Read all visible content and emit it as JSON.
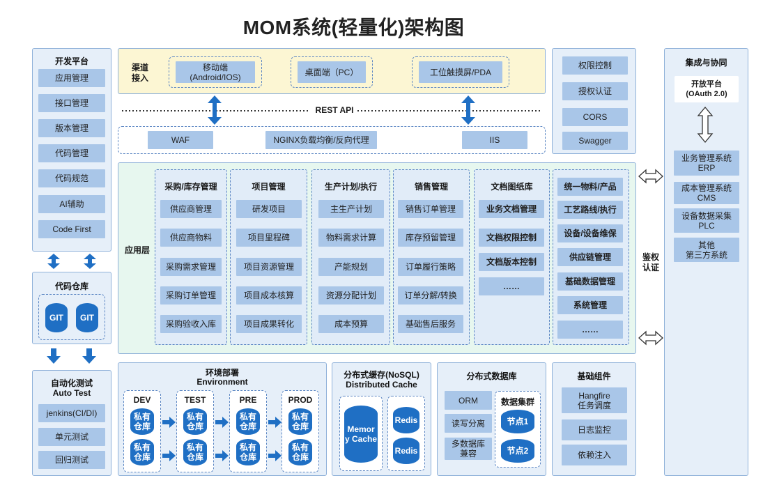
{
  "title": "MOM系统(轻量化)架构图",
  "dev_platform": {
    "title": "开发平台",
    "items": [
      "应用管理",
      "接口管理",
      "版本管理",
      "代码管理",
      "代码规范",
      "AI辅助",
      "Code First"
    ]
  },
  "code_repo": {
    "title": "代码仓库",
    "items": [
      "GIT",
      "GIT"
    ]
  },
  "auto_test": {
    "title_cn": "自动化测试",
    "title_en": "Auto Test",
    "items": [
      "jenkins(CI/DI)",
      "单元测试",
      "回归测试"
    ]
  },
  "channel": {
    "label": "渠道\n接入",
    "label_line1": "渠道",
    "label_line2": "接入",
    "mobile": "移动端\n(Android/IOS)",
    "mobile_line1": "移动端",
    "mobile_line2": "(Android/IOS)",
    "desktop": "桌面端（PC）",
    "touch": "工位触摸屏/PDA"
  },
  "rest_api": "REST API",
  "gateway": {
    "waf": "WAF",
    "nginx": "NGINX负载均衡/反向代理",
    "iis": "IIS"
  },
  "security": {
    "items": [
      "权限控制",
      "授权认证",
      "CORS",
      "Swagger"
    ]
  },
  "app_layer": {
    "label": "应用层",
    "columns": [
      {
        "title": "采购/库存管理",
        "items": [
          "供应商管理",
          "供应商物料",
          "采购需求管理",
          "采购订单管理",
          "采购验收入库"
        ]
      },
      {
        "title": "项目管理",
        "items": [
          "研发项目",
          "项目里程碑",
          "项目资源管理",
          "项目成本核算",
          "项目成果转化"
        ]
      },
      {
        "title": "生产计划/执行",
        "items": [
          "主生产计划",
          "物料需求计算",
          "产能规划",
          "资源分配计划",
          "成本预算"
        ]
      },
      {
        "title": "销售管理",
        "items": [
          "销售订单管理",
          "库存预留管理",
          "订单履行策略",
          "订单分解/转换",
          "基础售后服务"
        ]
      },
      {
        "title": "文档图纸库",
        "items": [
          "业务文档管理",
          "文档权限控制",
          "文档版本控制",
          "……"
        ]
      },
      {
        "title": "",
        "items": [
          "统一物料/产品",
          "工艺路线/执行",
          "设备/设备维保",
          "供应链管理",
          "基础数据管理",
          "系统管理",
          "……"
        ]
      }
    ]
  },
  "auth_label": "鉴权\n认证",
  "auth_line1": "鉴权",
  "auth_line2": "认证",
  "integration": {
    "title": "集成与协同",
    "open_platform": "开放平台\n(OAuth 2.0)",
    "open_line1": "开放平台",
    "open_line2": "(OAuth 2.0)",
    "systems": [
      {
        "line1": "业务管理系统",
        "line2": "ERP"
      },
      {
        "line1": "成本管理系统",
        "line2": "CMS"
      },
      {
        "line1": "设备数据采集",
        "line2": "PLC"
      },
      {
        "line1": "其他",
        "line2": "第三方系统"
      }
    ]
  },
  "environment": {
    "title_cn": "环境部署",
    "title_en": "Environment",
    "stages": [
      "DEV",
      "TEST",
      "PRE",
      "PROD"
    ],
    "repo_label": "私有\n仓库",
    "repo_line1": "私有",
    "repo_line2": "仓库"
  },
  "cache": {
    "title_cn": "分布式缓存(NoSQL)",
    "title_en": "Distributed Cache",
    "memory": "Memor\ny Cache",
    "memory_line1": "Memor",
    "memory_line2": "y Cache",
    "redis": [
      "Redis",
      "Redis"
    ]
  },
  "database": {
    "title": "分布式数据库",
    "orm": "ORM",
    "rw_split": "读写分离",
    "multi_db": "多数据库\n兼容",
    "multi_line1": "多数据库",
    "multi_line2": "兼容",
    "cluster_title": "数据集群",
    "nodes": [
      "节点1",
      "节点2"
    ]
  },
  "basic": {
    "title": "基础组件",
    "items": [
      {
        "line1": "Hangfire",
        "line2": "任务调度"
      },
      {
        "line1": "日志监控",
        "line2": ""
      },
      {
        "line1": "依赖注入",
        "line2": ""
      }
    ]
  },
  "colors": {
    "panel_bg": "#e6eff9",
    "panel_border": "#8fb1d9",
    "button": "#a9c6e8",
    "channel_bg": "#fcf6d3",
    "app_bg": "#e7f7ef",
    "accent_blue": "#1f6fc4",
    "arrow": "#1f6fc4"
  }
}
